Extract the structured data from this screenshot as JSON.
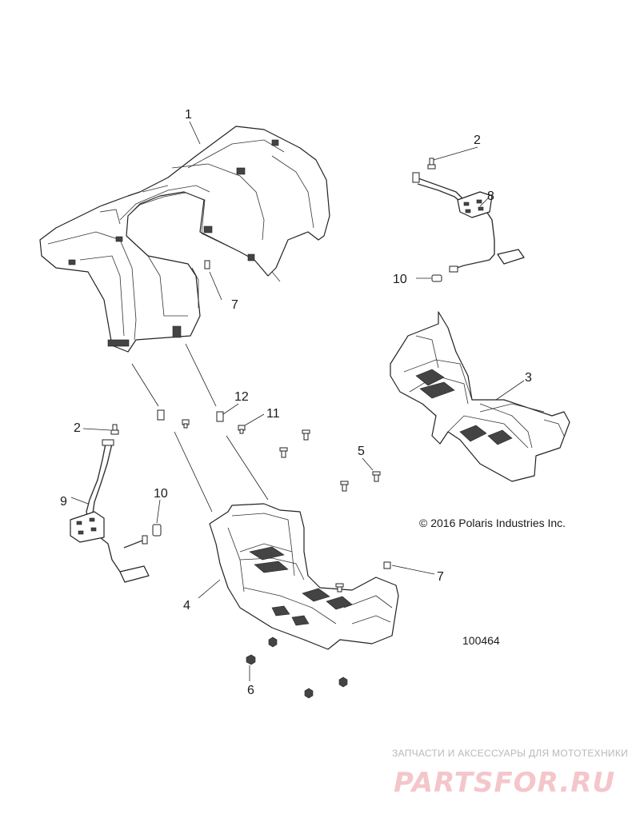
{
  "callouts": {
    "c1": "1",
    "c2a": "2",
    "c2b": "2",
    "c3": "3",
    "c4": "4",
    "c5": "5",
    "c6": "6",
    "c7a": "7",
    "c7b": "7",
    "c8": "8",
    "c9": "9",
    "c10a": "10",
    "c10b": "10",
    "c11": "11",
    "c12": "12"
  },
  "copyright": "© 2016 Polaris Industries Inc.",
  "diagram_id": "100464",
  "watermark": {
    "tagline": "ЗАПЧАСТИ И АКСЕССУАРЫ ДЛЯ МОТОТЕХНИКИ",
    "logo_text": "PARTSFOR.RU"
  }
}
